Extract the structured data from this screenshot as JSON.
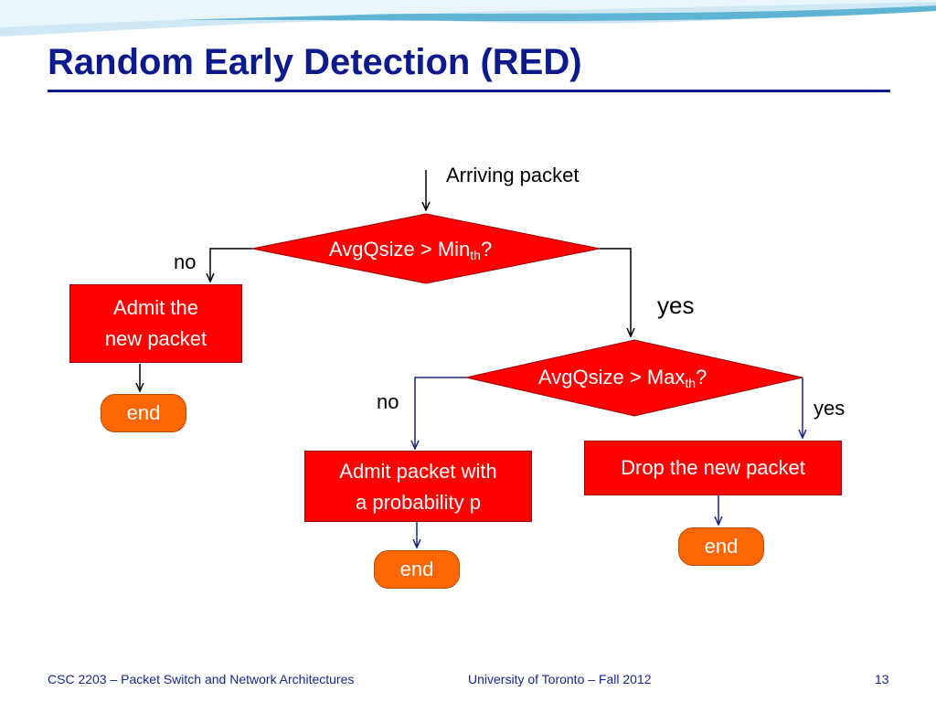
{
  "slide": {
    "title": "Random Early Detection (RED)",
    "colors": {
      "title": "#0c1a8c",
      "box_fill": "#ff0000",
      "end_fill": "#fe6600",
      "footer_text": "#17268e"
    }
  },
  "diagram": {
    "entry_label": "Arriving packet",
    "decision1": {
      "text": "AvgQsize > Min",
      "subscript": "th",
      "suffix": "?"
    },
    "decision1_no": "no",
    "decision1_yes": "yes",
    "admit_box": {
      "line1": "Admit the",
      "line2": "new packet"
    },
    "decision2": {
      "text": "AvgQsize > Max",
      "subscript": "th",
      "suffix": "?"
    },
    "decision2_no": "no",
    "decision2_yes": "yes",
    "prob_box": {
      "line1": "Admit packet with",
      "line2": "a probability p"
    },
    "drop_box": {
      "line1": "Drop the new packet"
    },
    "end_label": "end"
  },
  "footer": {
    "course": "CSC 2203 – Packet Switch and Network Architectures",
    "institution": "University of Toronto – Fall 2012",
    "page_number": "13"
  }
}
